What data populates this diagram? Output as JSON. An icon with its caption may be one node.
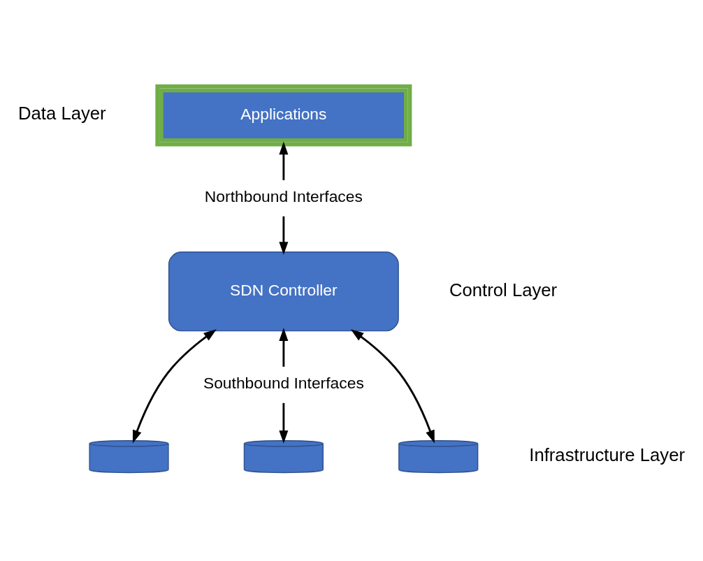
{
  "diagram": {
    "nodes": [
      {
        "text": [
          "Applications"
        ]
      },
      {
        "text": [
          "Northbound Interfaces"
        ]
      },
      {
        "text": [
          "SDN Controller"
        ]
      },
      {
        "text": [
          "Southbound Interfaces"
        ]
      },
      {
        "text": [],
        "shape": "cylinder"
      },
      {
        "text": [],
        "shape": "cylinder"
      },
      {
        "text": [],
        "shape": "cylinder"
      }
    ],
    "edges": [
      {
        "from": 1,
        "to": 0,
        "arrow": "to"
      },
      {
        "from": 1,
        "to": 2,
        "arrow": "to"
      },
      {
        "from": 2,
        "to": 4,
        "arrow": "both"
      },
      {
        "from": 3,
        "to": 2,
        "arrow": "to"
      },
      {
        "from": 3,
        "to": 5,
        "arrow": "to"
      },
      {
        "from": 2,
        "to": 6,
        "arrow": "both"
      }
    ],
    "labels": [
      "Data Layer",
      "Control Layer",
      "Infrastructure Layer"
    ]
  }
}
